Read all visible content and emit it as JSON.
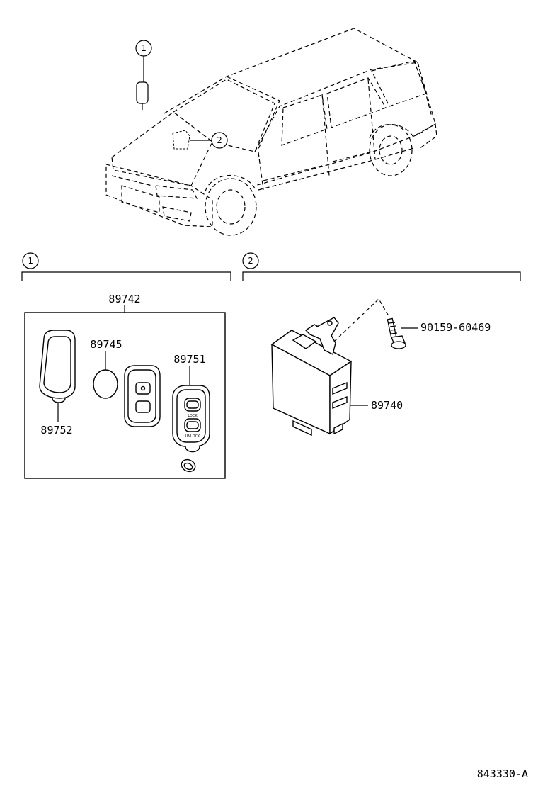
{
  "callouts": {
    "one": "1",
    "two": "2"
  },
  "parts": {
    "kit": "89742",
    "case": "89752",
    "battery": "89745",
    "transmitter": "89751",
    "receiver": "89740",
    "bolt": "90159-60469"
  },
  "transmitter_buttons": {
    "lock": "LOCK",
    "unlock": "UNLOCK"
  },
  "diagram_id": "843330-A"
}
